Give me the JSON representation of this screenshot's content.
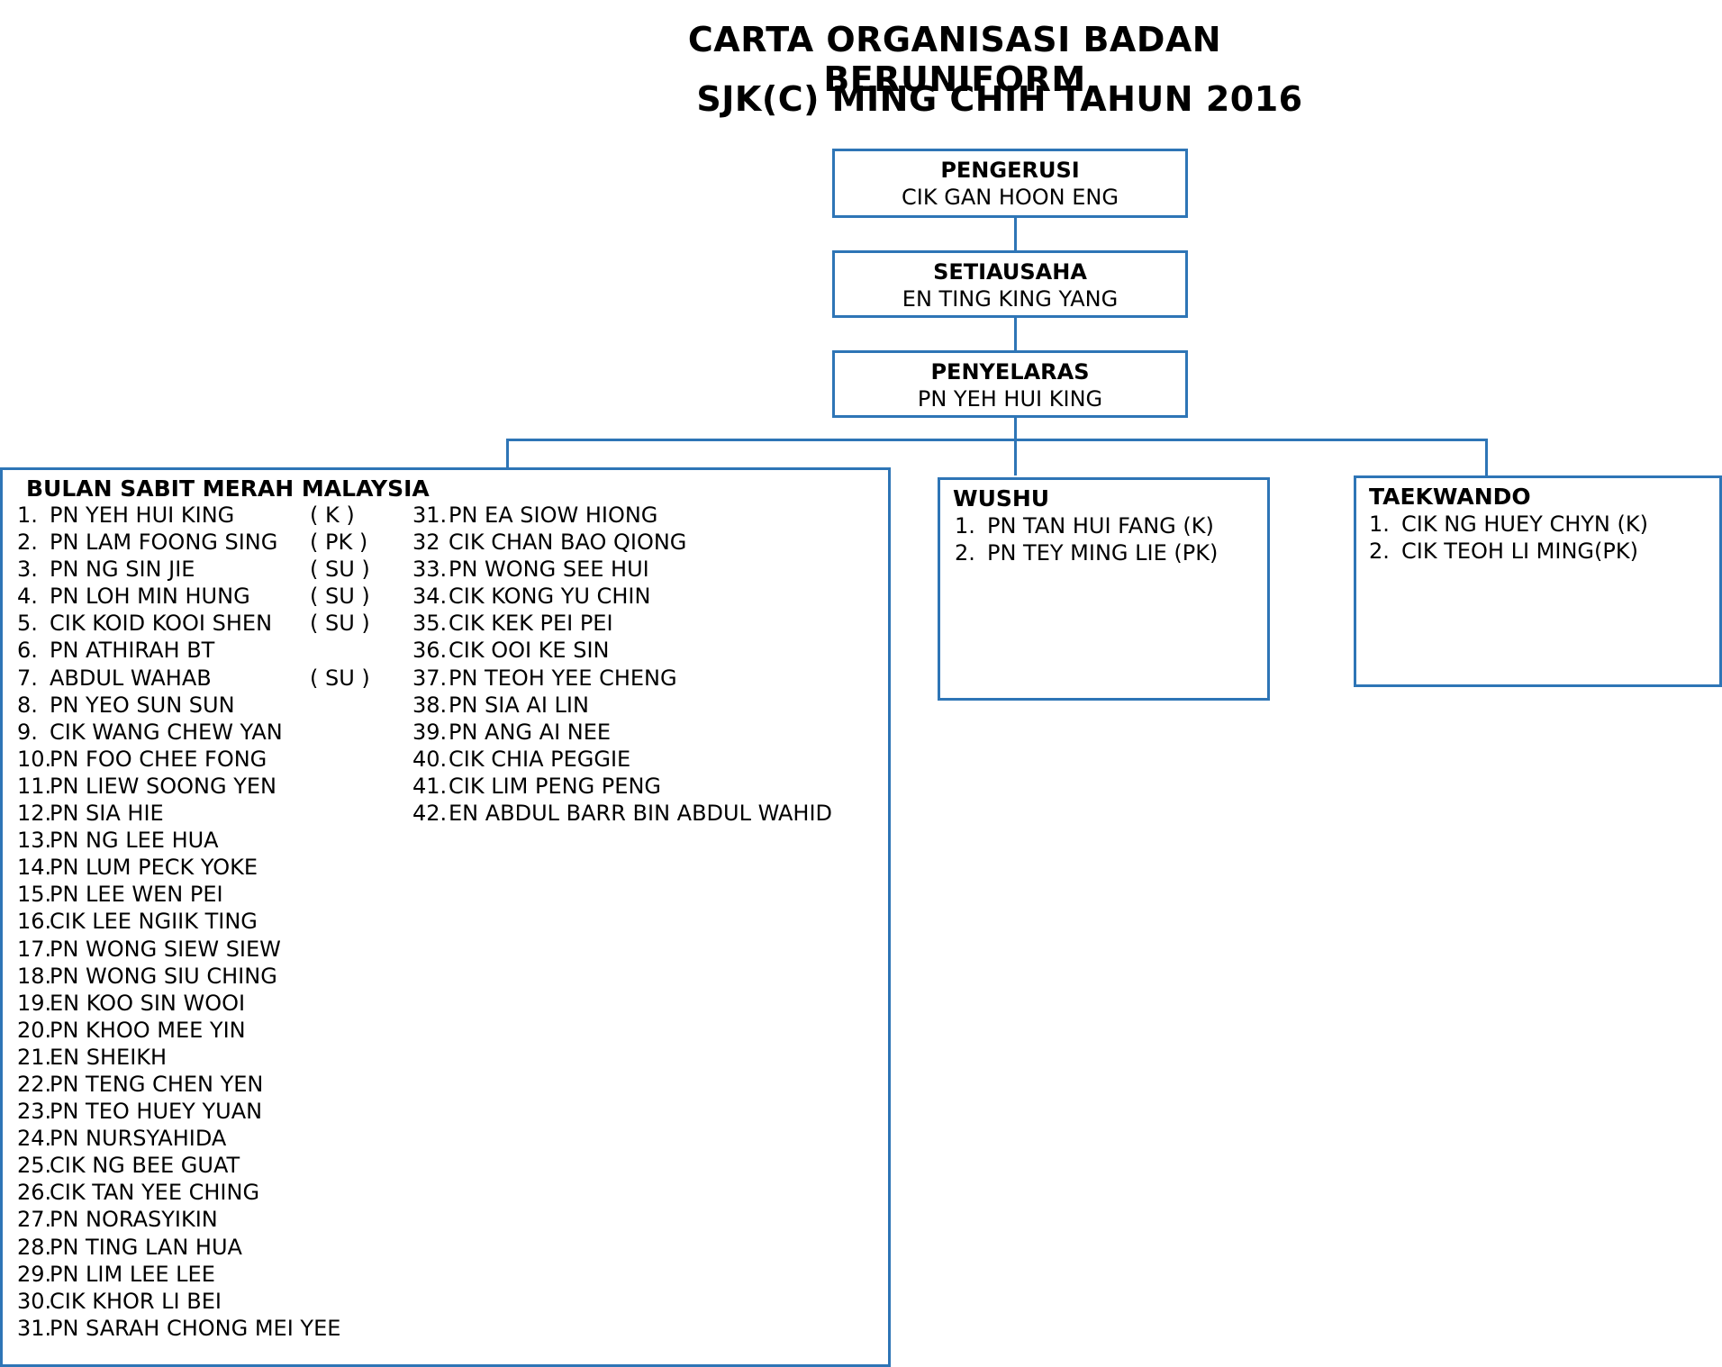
{
  "title": {
    "line1": "CARTA ORGANISASI BADAN BERUNIFORM",
    "line2": "SJK(C) MING CHIH TAHUN 2016"
  },
  "hierarchy": [
    {
      "role": "PENGERUSI",
      "name": "CIK GAN HOON ENG"
    },
    {
      "role": "SETIAUSAHA",
      "name": "EN TING KING YANG"
    },
    {
      "role": "PENYELARAS",
      "name": "PN YEH HUI KING"
    }
  ],
  "colors": {
    "border": "#2e75b6",
    "text": "#000000"
  },
  "groups": {
    "bsmm": {
      "title": "BULAN SABIT MERAH MALAYSIA",
      "col1": [
        {
          "num": "1.",
          "name": "PN YEH HUI KING",
          "role": "( K )"
        },
        {
          "num": "2.",
          "name": "PN LAM FOONG SING",
          "role": "( PK )"
        },
        {
          "num": "3.",
          "name": "PN NG SIN JIE",
          "role": "( SU )"
        },
        {
          "num": "4.",
          "name": "PN LOH MIN HUNG",
          "role": "( SU )"
        },
        {
          "num": "5.",
          "name": "CIK KOID KOOI SHEN",
          "role": "( SU )"
        },
        {
          "num": "6.",
          "name": "PN ATHIRAH BT",
          "role": ""
        },
        {
          "num": "7.",
          "name": "ABDUL WAHAB",
          "role": "( SU )"
        },
        {
          "num": "8.",
          "name": "PN YEO SUN SUN",
          "role": ""
        },
        {
          "num": "9.",
          "name": "CIK WANG CHEW YAN",
          "role": ""
        },
        {
          "num": "10.",
          "name": "PN FOO CHEE FONG",
          "role": ""
        },
        {
          "num": "11.",
          "name": "PN LIEW SOONG YEN",
          "role": ""
        },
        {
          "num": "12.",
          "name": "PN SIA HIE",
          "role": ""
        },
        {
          "num": "13.",
          "name": "PN NG LEE HUA",
          "role": ""
        },
        {
          "num": "14.",
          "name": "PN LUM PECK YOKE",
          "role": ""
        },
        {
          "num": "15.",
          "name": "PN LEE WEN PEI",
          "role": ""
        },
        {
          "num": "16.",
          "name": "CIK LEE NGIIK TING",
          "role": ""
        },
        {
          "num": "17.",
          "name": "PN WONG SIEW SIEW",
          "role": ""
        },
        {
          "num": "18.",
          "name": "PN WONG SIU CHING",
          "role": ""
        },
        {
          "num": "19.",
          "name": "EN KOO SIN WOOI",
          "role": ""
        },
        {
          "num": "20.",
          "name": "PN KHOO MEE YIN",
          "role": ""
        },
        {
          "num": "21.",
          "name": "EN SHEIKH",
          "role": ""
        },
        {
          "num": "22.",
          "name": "PN TENG CHEN YEN",
          "role": ""
        },
        {
          "num": "23.",
          "name": "PN TEO HUEY YUAN",
          "role": ""
        },
        {
          "num": "24.",
          "name": "PN NURSYAHIDA",
          "role": ""
        },
        {
          "num": "25.",
          "name": "CIK NG BEE GUAT",
          "role": ""
        },
        {
          "num": "26.",
          "name": "CIK TAN YEE CHING",
          "role": ""
        },
        {
          "num": "27.",
          "name": "PN NORASYIKIN",
          "role": ""
        },
        {
          "num": "28.",
          "name": "PN TING LAN HUA",
          "role": ""
        },
        {
          "num": "29.",
          "name": "PN LIM LEE LEE",
          "role": ""
        },
        {
          "num": "30.",
          "name": "CIK KHOR LI BEI",
          "role": ""
        },
        {
          "num": "31.",
          "name": "PN SARAH CHONG MEI YEE",
          "role": ""
        }
      ],
      "col2": [
        {
          "num": "31.",
          "name": "PN EA SIOW HIONG"
        },
        {
          "num": "32",
          "name": "CIK CHAN BAO QIONG"
        },
        {
          "num": "33.",
          "name": "PN WONG SEE HUI"
        },
        {
          "num": "34.",
          "name": "CIK KONG YU CHIN"
        },
        {
          "num": "35.",
          "name": "CIK KEK PEI PEI"
        },
        {
          "num": "36.",
          "name": "CIK OOI KE SIN"
        },
        {
          "num": "37.",
          "name": "PN TEOH YEE CHENG"
        },
        {
          "num": "38.",
          "name": "PN SIA AI LIN"
        },
        {
          "num": "39.",
          "name": "PN ANG AI NEE"
        },
        {
          "num": "40.",
          "name": "CIK CHIA PEGGIE"
        },
        {
          "num": "41.",
          "name": "CIK LIM PENG PENG"
        },
        {
          "num": "42.",
          "name": "EN ABDUL BARR BIN ABDUL WAHID"
        }
      ]
    },
    "wushu": {
      "title": "WUSHU",
      "members": [
        {
          "num": "1.",
          "name": "PN TAN HUI FANG  (K)"
        },
        {
          "num": "2.",
          "name": "PN TEY MING LIE (PK)"
        }
      ]
    },
    "taekwando": {
      "title": "TAEKWANDO",
      "members": [
        {
          "num": "1.",
          "name": "CIK NG HUEY CHYN (K)"
        },
        {
          "num": "2.",
          "name": "CIK TEOH LI MING(PK)"
        }
      ]
    }
  }
}
